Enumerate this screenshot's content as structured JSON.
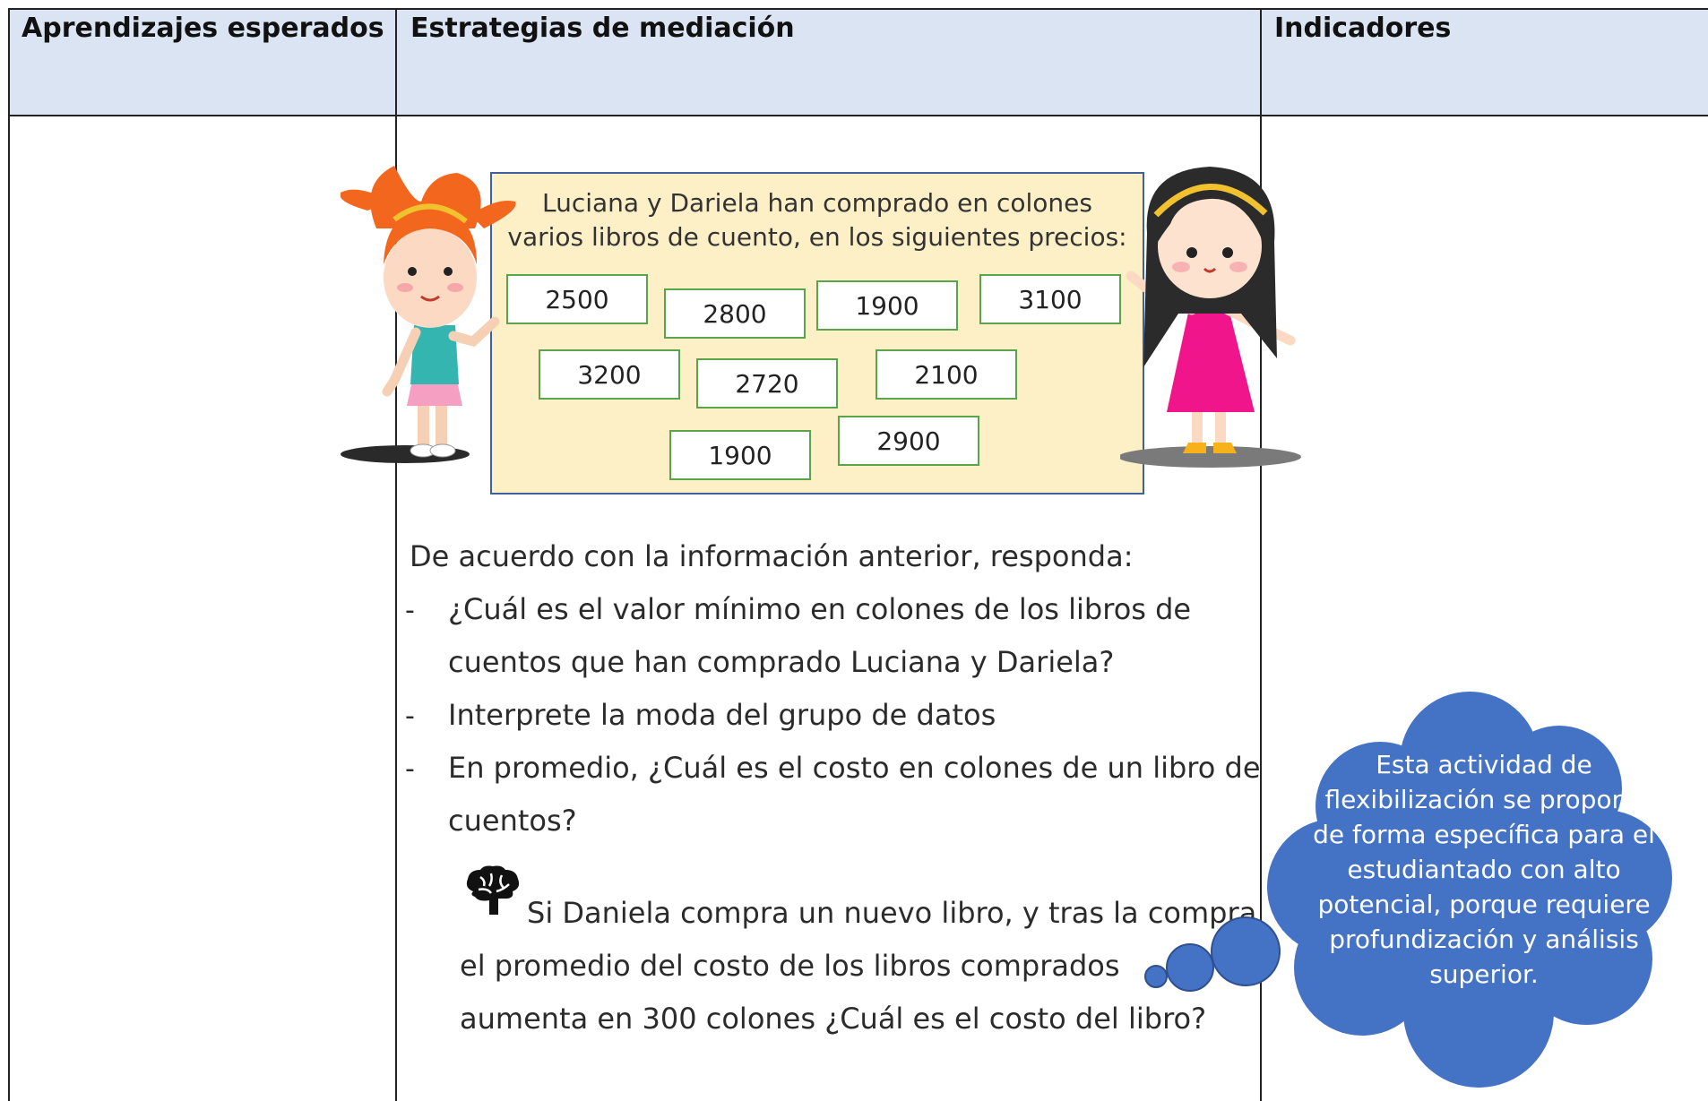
{
  "table": {
    "headers": [
      "Aprendizajes esperados",
      "Estrategias de mediación",
      "Indicadores"
    ]
  },
  "panel": {
    "line1": "Luciana y Dariela han comprado en colones",
    "line2": "varios libros de cuento, en los siguientes precios:",
    "prices": [
      "2500",
      "2800",
      "1900",
      "3100",
      "3200",
      "2720",
      "2100",
      "1900",
      "2900"
    ]
  },
  "instructions": {
    "intro": "De acuerdo con la información anterior, responda:",
    "q1_line1": "¿Cuál es el valor mínimo en colones de los libros de",
    "q1_line2": "cuentos que han comprado Luciana y Dariela?",
    "q2": "Interprete la moda del grupo de datos",
    "q3_line1": "En promedio, ¿Cuál es el costo en colones de un libro de",
    "q3_line2": "cuentos?",
    "challenge_line1": "Si Daniela compra un nuevo libro, y tras la compra",
    "challenge_line2": "el promedio del costo de los libros comprados",
    "challenge_line3": "aumenta en 300 colones ¿Cuál es el costo del libro?",
    "dash": "-"
  },
  "cloud": {
    "lines": [
      "Esta actividad de",
      "flexibilización se propone",
      "de forma específica para el",
      "estudiantado con alto",
      "potencial, porque requiere",
      "profundización y análisis",
      "superior."
    ]
  },
  "colors": {
    "header_bg": "#dbe4f3",
    "panel_bg": "#fdf0c7",
    "panel_border": "#3f5f9e",
    "price_border": "#5aa54b",
    "cloud_fill": "#4472c4"
  }
}
